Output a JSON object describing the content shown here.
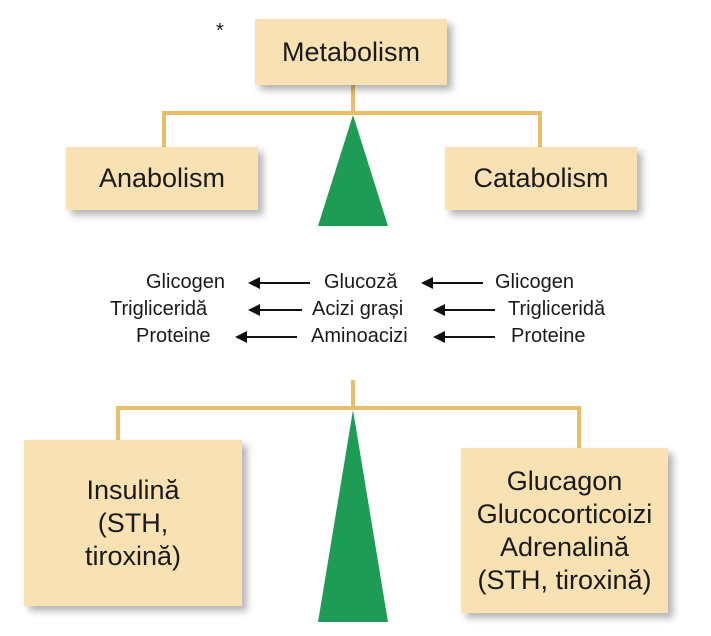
{
  "marker": "*",
  "top": {
    "title": "Metabolism",
    "left": "Anabolism",
    "right": "Catabolism"
  },
  "rows": [
    {
      "left": "Glicogen",
      "middle": "Glucoză",
      "right": "Glicogen"
    },
    {
      "left": "Trigliceridă",
      "middle": "Acizi grași",
      "right": "Trigliceridă"
    },
    {
      "left": "Proteine",
      "middle": "Aminoacizi",
      "right": "Proteine"
    }
  ],
  "bottom": {
    "left": [
      "Insulină",
      "(STH,",
      "tiroxină)"
    ],
    "right": [
      "Glucagon",
      "Glucocorticoizi",
      "Adrenalină",
      "(STH, tiroxină)"
    ]
  },
  "colors": {
    "box": "#f8e2b4",
    "connector": "#e8be6a",
    "triangle": "#1e9b55",
    "arrow": "#111111"
  }
}
